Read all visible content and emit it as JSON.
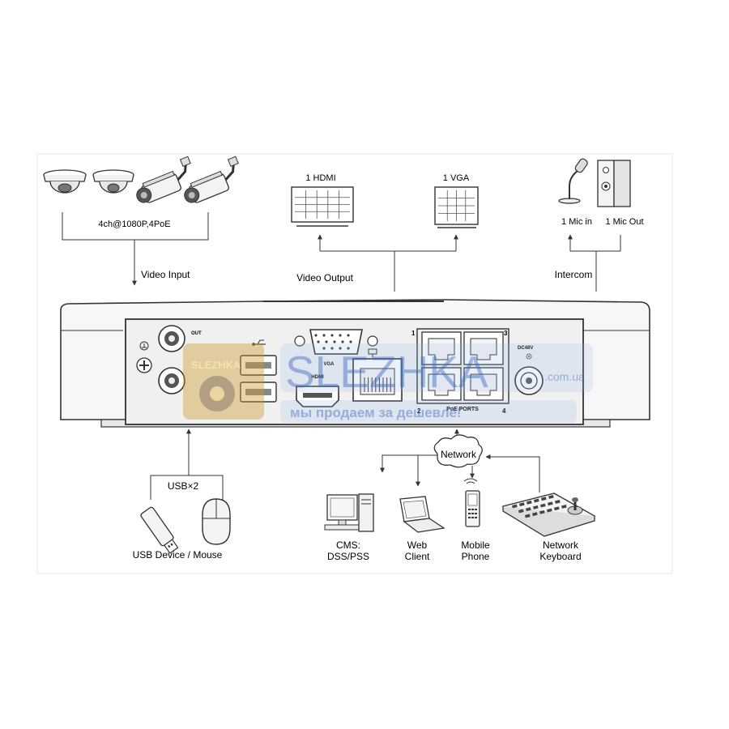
{
  "cameras": {
    "spec_label": "4ch@1080P,4PoE",
    "caption": "Video Input"
  },
  "video_output": {
    "hdmi_label": "1 HDMI",
    "vga_label": "1 VGA",
    "caption": "Video Output"
  },
  "intercom": {
    "mic_in_label": "1 Mic in",
    "mic_out_label": "1 Mic Out",
    "caption": "Intercom"
  },
  "rear_panel": {
    "out_label": "OUT",
    "vga_port_label": "VGA",
    "hdmi_port_label": "HDMI",
    "poe_label": "PoE PORTS",
    "poe_numbers": [
      "1",
      "3",
      "2",
      "4"
    ],
    "power_label": "DC48V"
  },
  "usb": {
    "count_label": "USB×2",
    "caption": "USB Device / Mouse"
  },
  "network": {
    "cloud_label": "Network",
    "cms_label": [
      "CMS:",
      "DSS/PSS"
    ],
    "web_label": [
      "Web",
      "Client"
    ],
    "mobile_label": [
      "Mobile",
      "Phone"
    ],
    "keyboard_label": [
      "Network",
      "Keyboard"
    ]
  },
  "watermark": {
    "brand": "SLEZHKA",
    "domain": ".com.ua",
    "tagline": "мы продаем за дешевле!"
  },
  "colors": {
    "line": "#333333",
    "panel_fill": "#f4f4f4",
    "watermark_blue": "#4a78c8",
    "logo_gold": "#c89a2a"
  }
}
